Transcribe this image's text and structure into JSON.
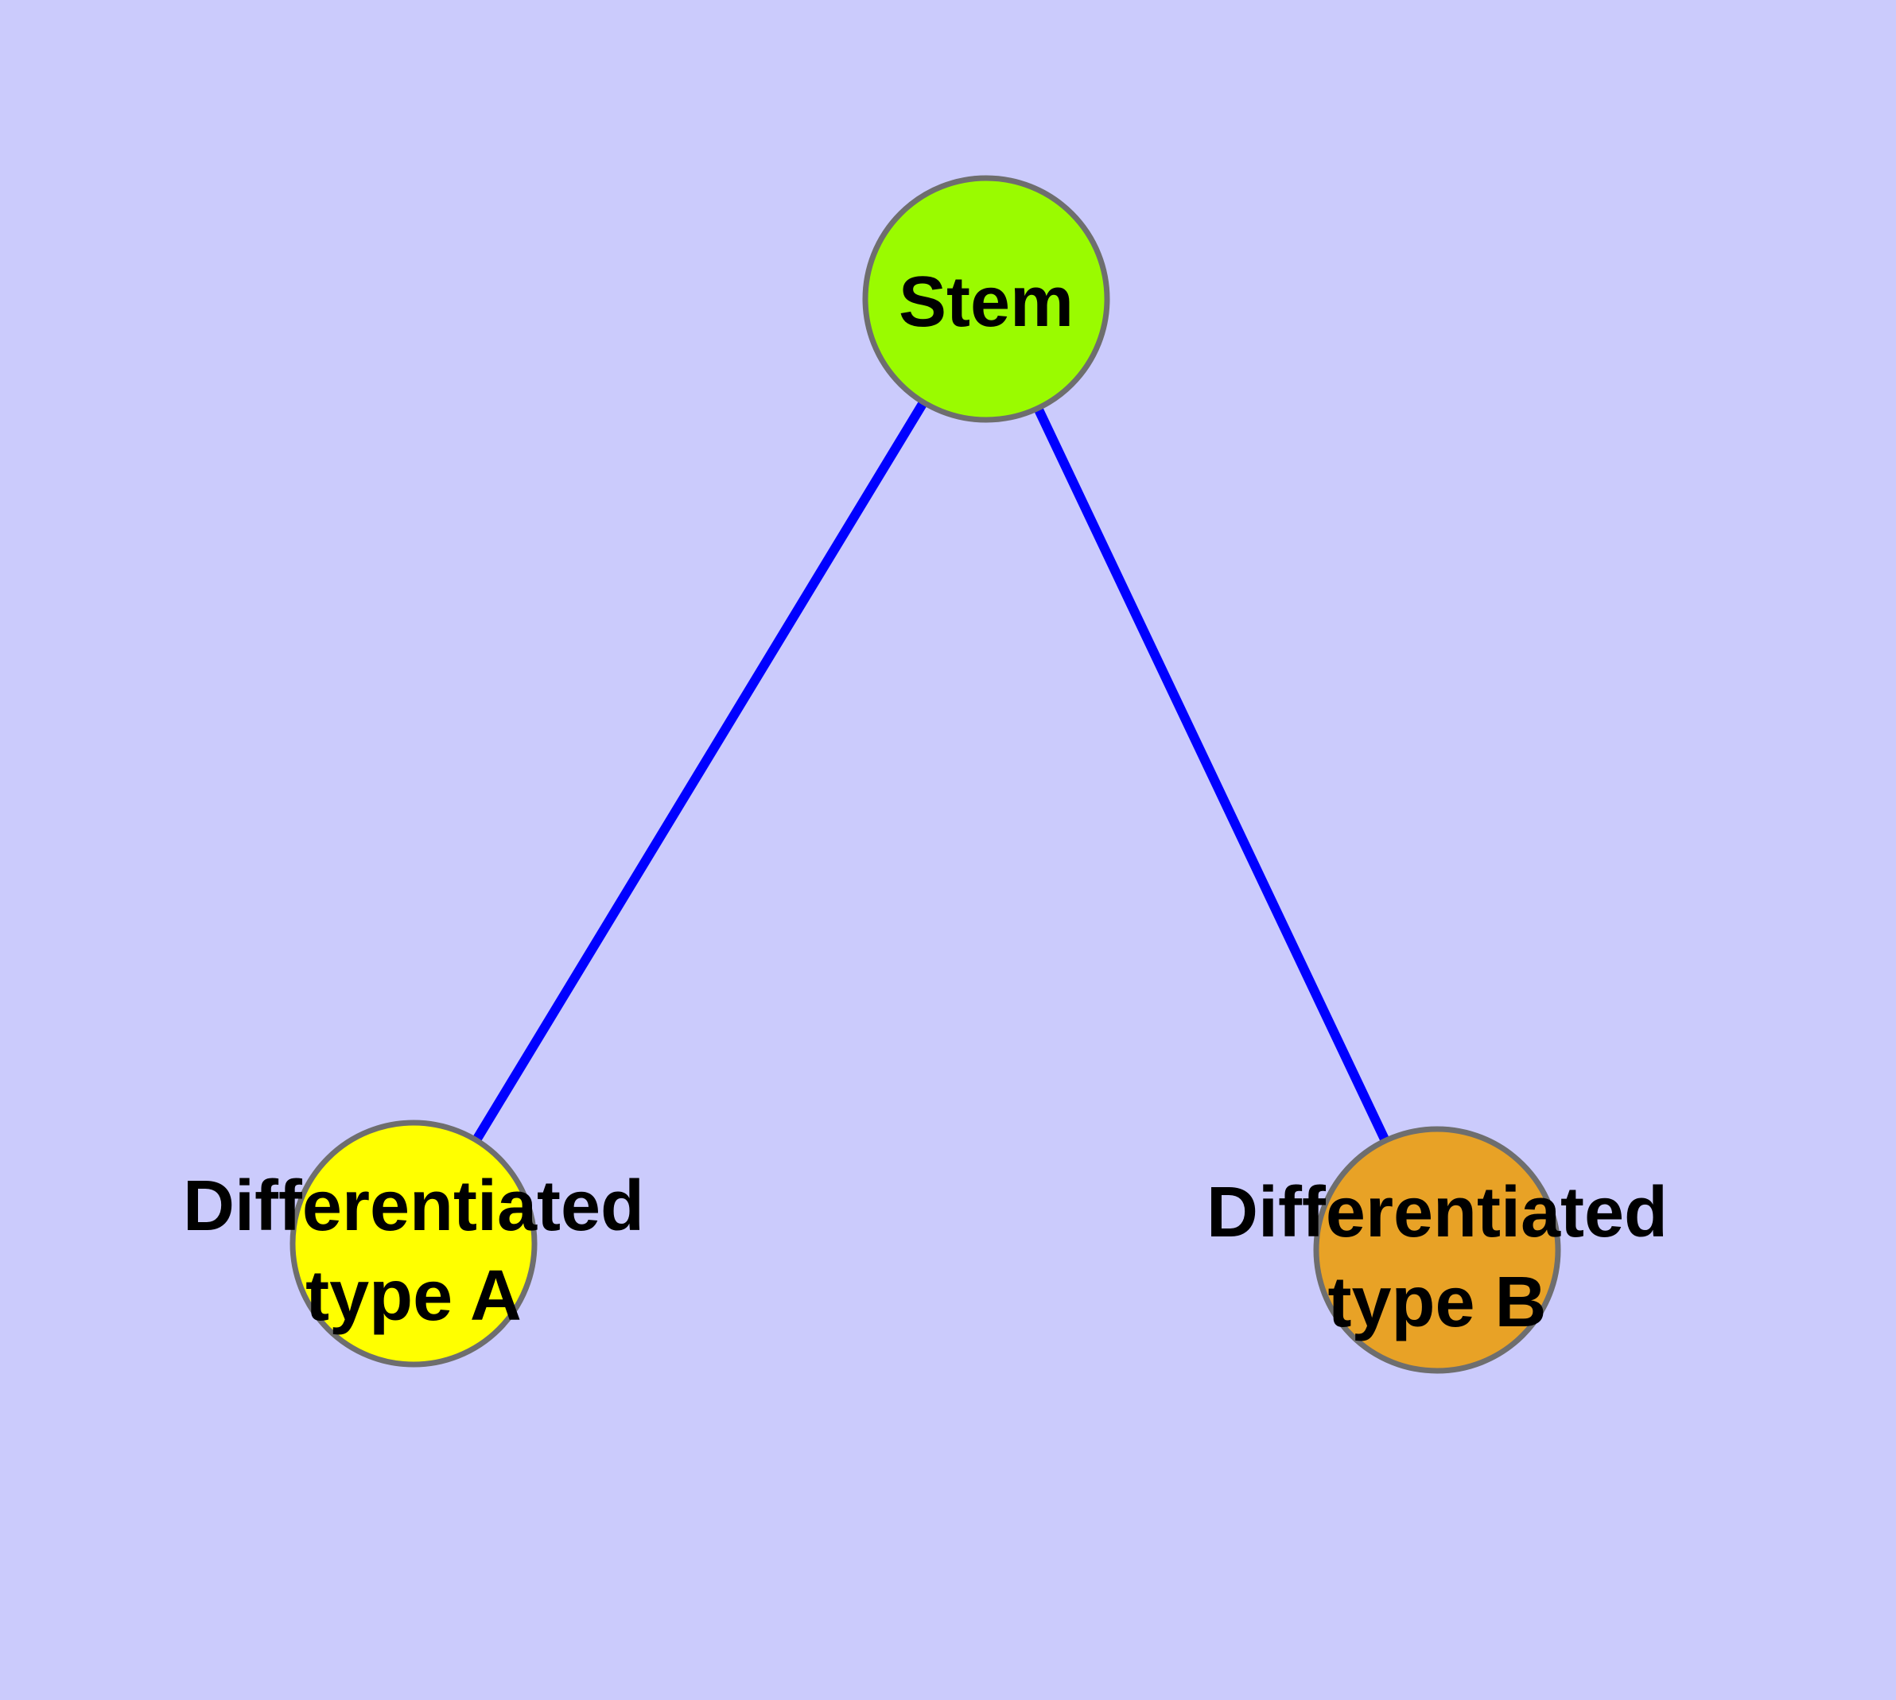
{
  "diagram": {
    "type": "node-link-graph",
    "background_color": "#cbcbfc",
    "edge_color": "#0000ff",
    "node_border_color": "#6e6e6e",
    "label_color": "#000000",
    "nodes": {
      "stem": {
        "label": "Stem",
        "label_lines": [
          "Stem"
        ],
        "fill": "#9afb00"
      },
      "type_a": {
        "label": "Differentiated type A",
        "label_lines": [
          "Differentiated",
          "type A"
        ],
        "fill": "#ffff00"
      },
      "type_b": {
        "label": "Differentiated type B",
        "label_lines": [
          "Differentiated",
          "type B"
        ],
        "fill": "#e8a226"
      }
    },
    "edges": [
      {
        "from": "Stem",
        "to": "Differentiated type A"
      },
      {
        "from": "Stem",
        "to": "Differentiated type B"
      }
    ]
  }
}
